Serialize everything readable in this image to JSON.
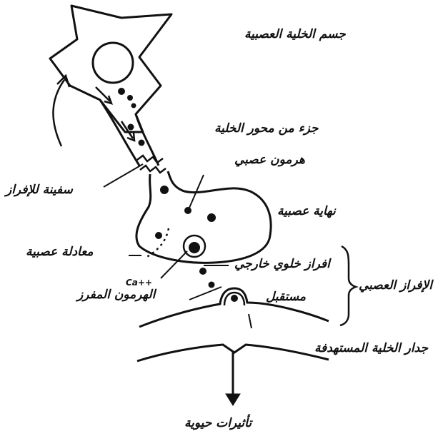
{
  "labels": {
    "cell_body": "جسم الخلية العصبية",
    "axon": "جزء من محور الخلية",
    "neurohormone": "هرمون عصبي",
    "nerve_ending": "نهاية عصبية",
    "secretion_vesicle": "سفينة للإفراز",
    "neural_equivalent": "معادلة عصبية",
    "exocytosis": "افراز خلوي خارجي",
    "secreted_hormone": "الهرمون المفرز",
    "receptor": "مستقبل",
    "neural_secretion": "الإفراز العصبي",
    "target_cell_wall": "جدار الخلية المستهدفة",
    "vital_effects": "تأثيرات حيوية",
    "ca_symbol": "Ca++"
  },
  "colors": {
    "ink": "#111111",
    "paper": "#ffffff"
  }
}
